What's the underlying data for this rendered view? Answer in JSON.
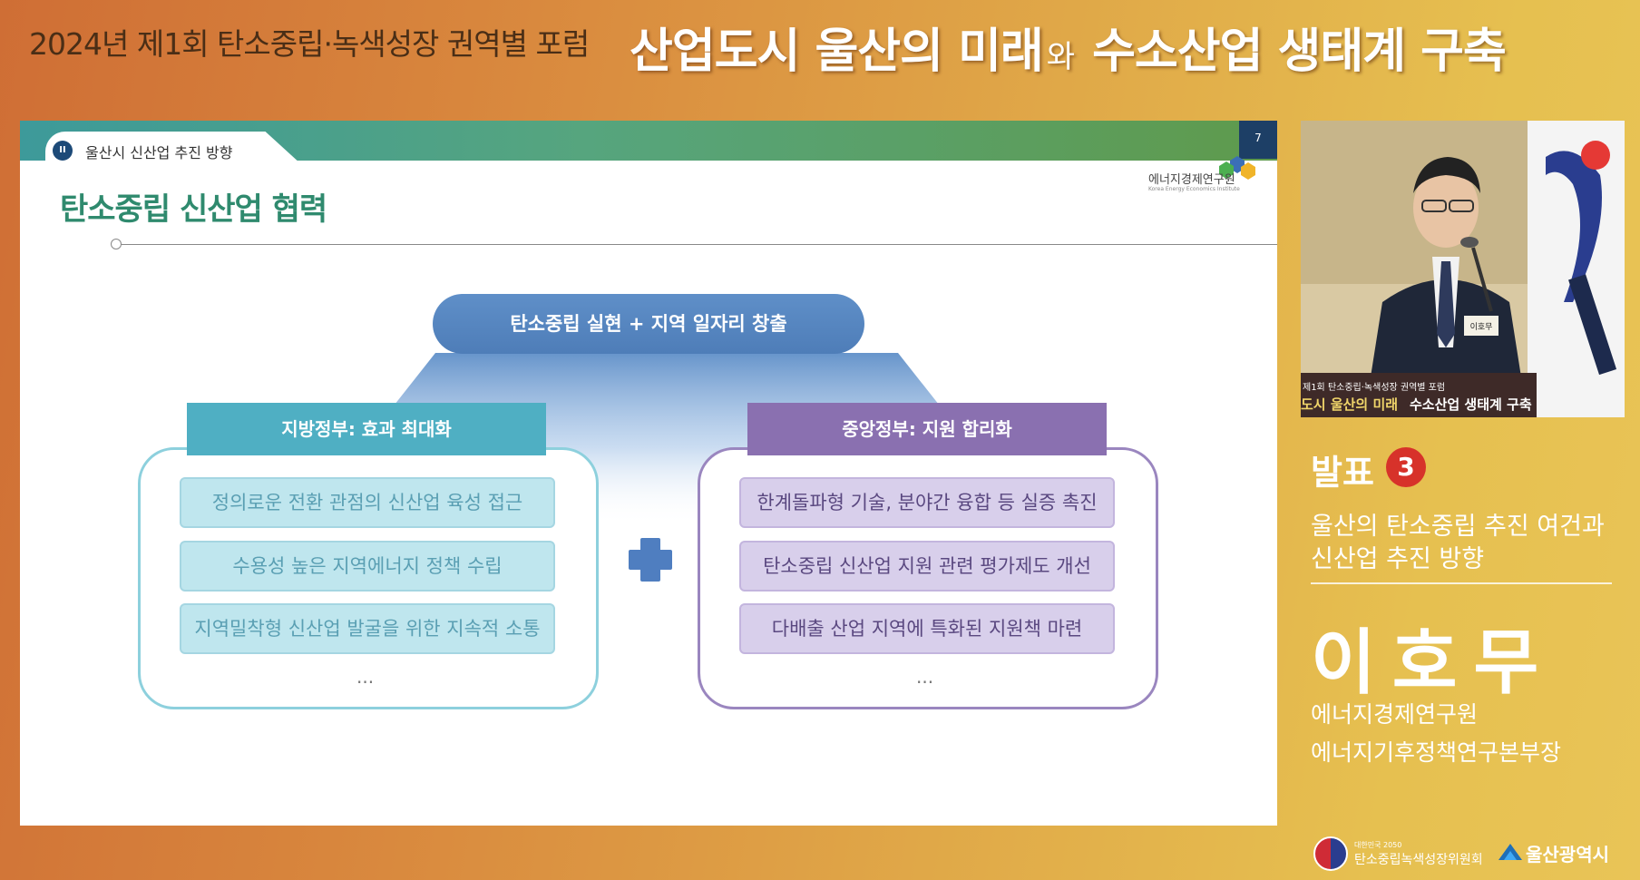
{
  "header": {
    "forum_title": "2024년 제1회 탄소중립·녹색성장 권역별 포럼",
    "main_title_a": "산업도시 울산의 미래",
    "main_title_connector": "와",
    "main_title_b": "수소산업 생태계 구축"
  },
  "slide": {
    "section_number": "II",
    "section_label": "울산시 신산업 추진 방향",
    "page_number": "7",
    "institute_name": "에너지경제연구원",
    "institute_name_en": "Korea Energy Economics Institute",
    "heading": "탄소중립 신산업 협력",
    "top_goal": "탄소중립 실현 + 지역 일자리 창출",
    "left_panel": {
      "title": "지방정부: 효과 최대화",
      "items": [
        "정의로운 전환 관점의 신산업 육성 접근",
        "수용성 높은 지역에너지 정책 수립",
        "지역밀착형 신산업 발굴을 위한 지속적 소통"
      ],
      "ellipsis": "..."
    },
    "right_panel": {
      "title": "중앙정부: 지원 합리화",
      "items": [
        "한계돌파형 기술, 분야간 융합 등 실증 촉진",
        "탄소중립 신산업 지원 관련 평가제도 개선",
        "다배출 산업 지역에 특화된 지원책 마련"
      ],
      "ellipsis": "..."
    }
  },
  "camera": {
    "caption_small": "제1회 탄소중립·녹색성장 권역별 포럼",
    "caption_a": "도시 울산의 미래",
    "caption_b": "수소산업 생태계 구축",
    "nameplate": "이호무"
  },
  "presenter": {
    "talk_label": "발표",
    "talk_number": "3",
    "talk_title_line1": "울산의 탄소중립 추진 여건과",
    "talk_title_line2": "신산업 추진 방향",
    "name": "이호무",
    "org_line1": "에너지경제연구원",
    "org_line2": "에너지기후정책연구본부장"
  },
  "footer": {
    "committee_tagline": "대한민국 2050",
    "committee_name": "탄소중립녹색성장위원회",
    "city_name": "울산광역시"
  },
  "colors": {
    "slide_heading": "#2f8a6e",
    "left_accent": "#4fafc3",
    "right_accent": "#8a70b0",
    "goal_pill": "#5f8fc8",
    "talk_badge": "#d7322a"
  }
}
